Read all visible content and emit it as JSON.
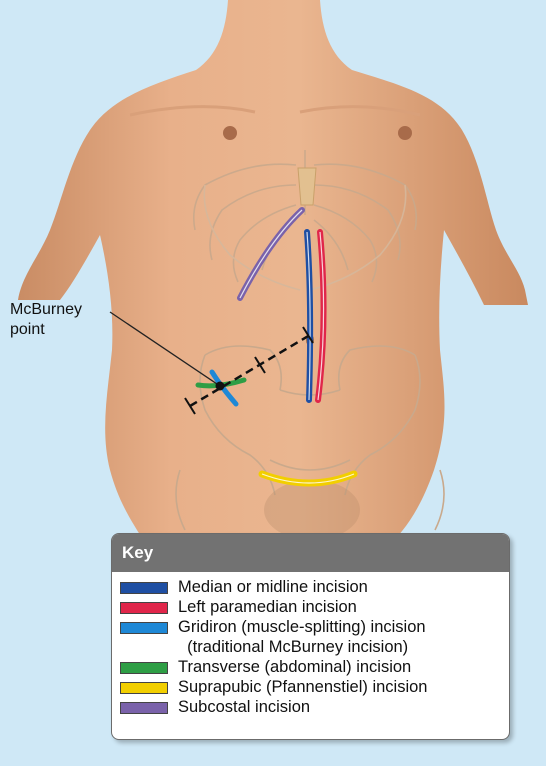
{
  "callout": {
    "label": "McBurney\npoint"
  },
  "key": {
    "title": "Key",
    "items": [
      {
        "label": "Median or midline incision",
        "color": "#1f4fa3"
      },
      {
        "label": "Left paramedian incision",
        "color": "#e0264a"
      },
      {
        "label": "Gridiron (muscle-splitting) incision\n(traditional McBurney incision)",
        "color": "#1e88d6"
      },
      {
        "label": "Transverse (abdominal) incision",
        "color": "#2e9e45"
      },
      {
        "label": "Suprapubic (Pfannenstiel) incision",
        "color": "#f2cf00"
      },
      {
        "label": "Subcostal incision",
        "color": "#7a62aa"
      }
    ]
  }
}
